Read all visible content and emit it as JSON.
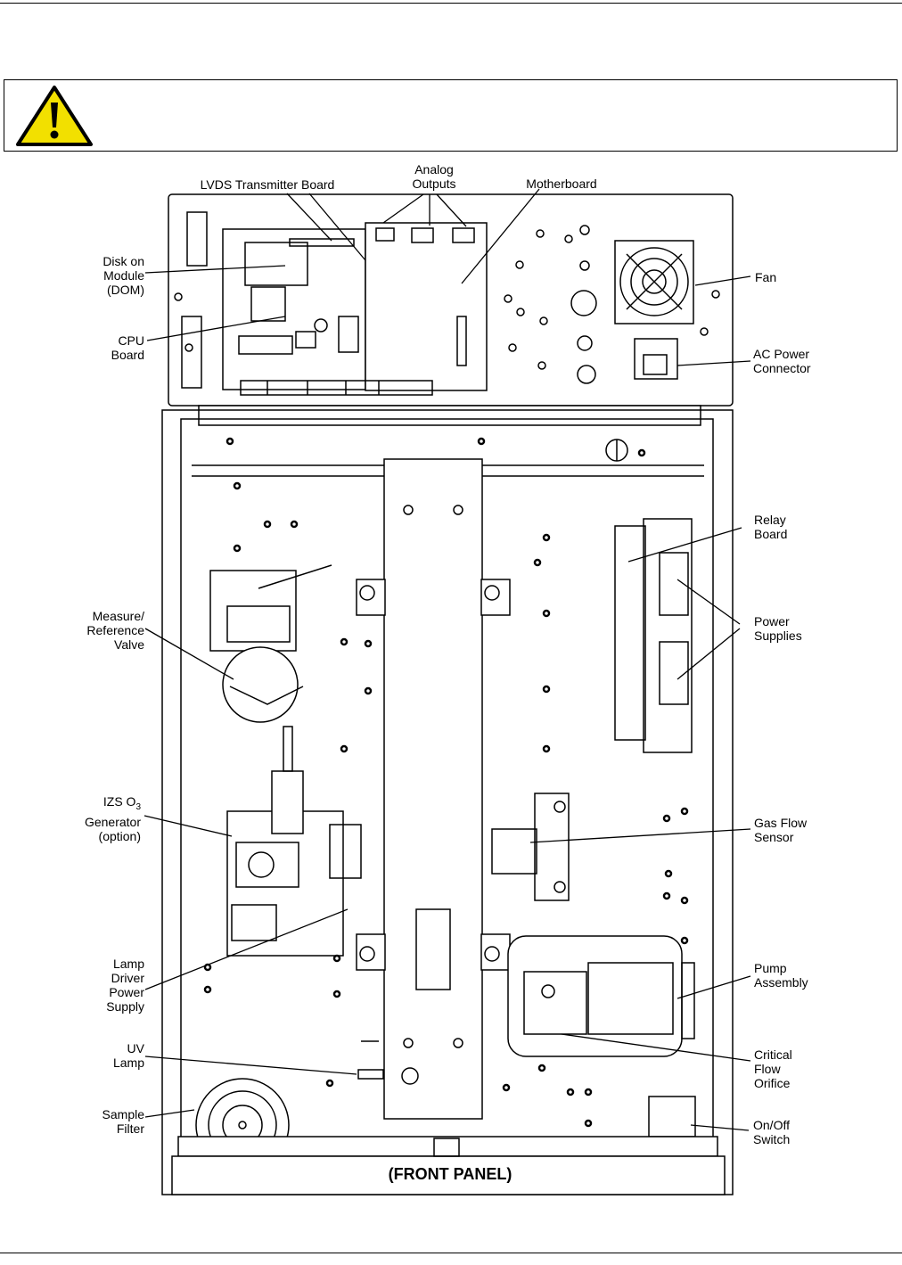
{
  "warning": {
    "icon": "warning-triangle-icon",
    "text": ""
  },
  "labels": {
    "lvds": "LVDS Transmitter Board",
    "analog": "Analog\nOutputs",
    "motherboard": "Motherboard",
    "dom": "Disk on\nModule\n(DOM)",
    "cpu": "CPU\nBoard",
    "fan": "Fan",
    "ac": "AC Power\nConnector",
    "relay": "Relay\nBoard",
    "power": "Power\nSupplies",
    "measure": "Measure/\nReference\nValve",
    "izs_prefix": "IZS O",
    "izs_sub": "3",
    "izs_rest": "\nGenerator\n(option)",
    "lamp_driver": "Lamp\nDriver\nPower\nSupply",
    "uv": "UV\nLamp",
    "gasflow": "Gas Flow\nSensor",
    "pump": "Pump\nAssembly",
    "critical": "Critical\nFlow\nOrifice",
    "sample": "Sample\nFilter",
    "onoff": "On/Off\nSwitch",
    "front_panel": "(FRONT PANEL)"
  },
  "colors": {
    "warning_fill": "#f2e000",
    "line": "#000000"
  }
}
